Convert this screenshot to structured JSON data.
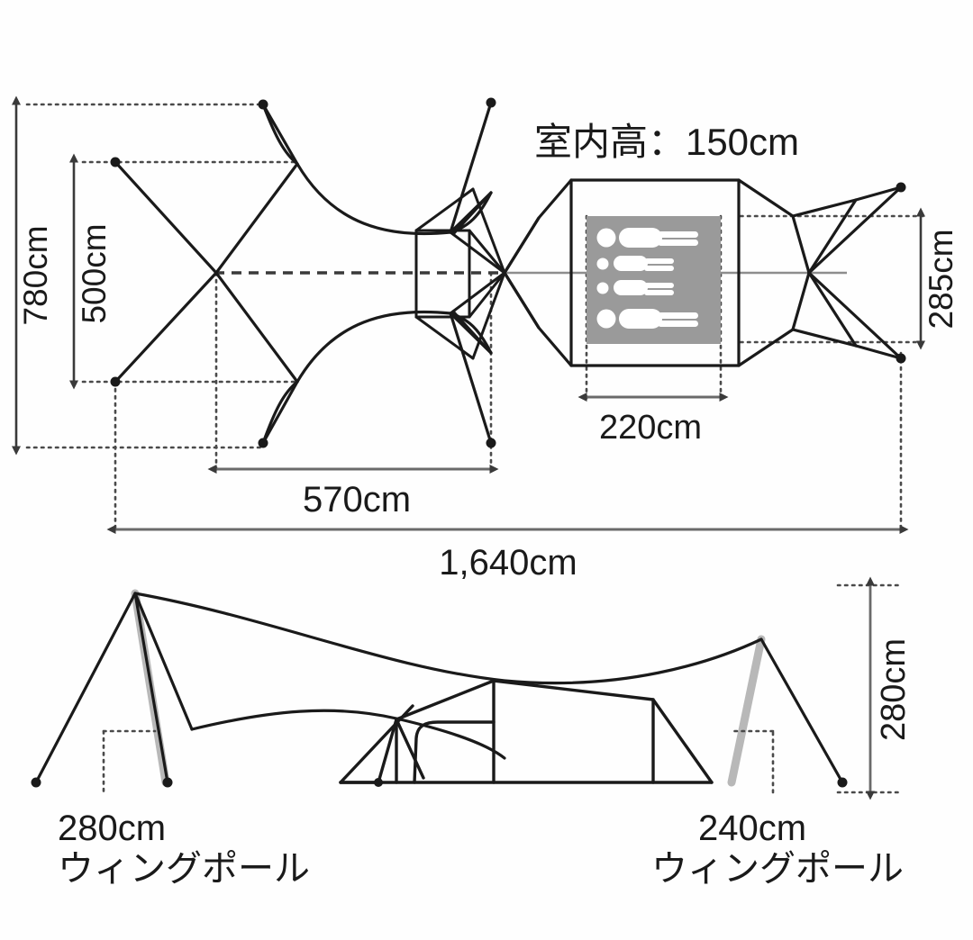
{
  "diagram": {
    "title_note": "室内高：150cm",
    "plan_view": {
      "dimensions": {
        "overall_width_label": "780cm",
        "inner_width_label": "500cm",
        "tent_depth_label": "285cm",
        "tarp_span_label": "570cm",
        "overall_length_label": "1,640cm",
        "inner_room_label": "220cm"
      },
      "occupancy": {
        "adults": 2,
        "children": 2,
        "total": 4
      }
    },
    "elevation_view": {
      "left_pole": {
        "size_label": "280cm",
        "type_label": "ウィングポール"
      },
      "right_pole": {
        "size_label": "240cm",
        "type_label": "ウィングポール"
      },
      "height_label": "280cm"
    },
    "colors": {
      "line": "#1a1a1a",
      "dim_line": "#555555",
      "dotted": "#4a4a4a",
      "pole": "#b8b8b8",
      "occupancy_box": "#9a9a9a",
      "occupancy_figure": "#ffffff",
      "background": "#fefefe"
    }
  }
}
